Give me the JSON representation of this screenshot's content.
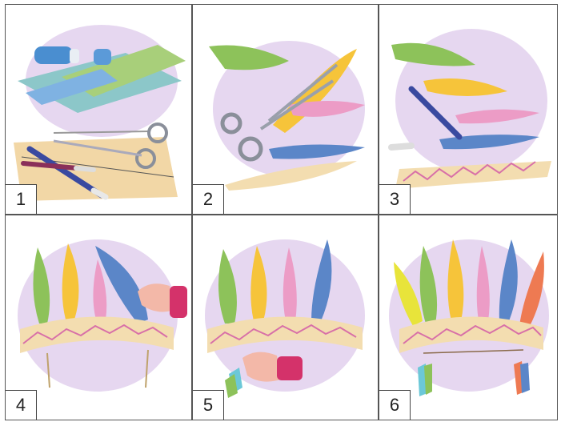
{
  "steps": [
    {
      "number": "1"
    },
    {
      "number": "2"
    },
    {
      "number": "3"
    },
    {
      "number": "4"
    },
    {
      "number": "5"
    },
    {
      "number": "6"
    }
  ],
  "colors": {
    "feather_green": "#8dc25a",
    "feather_yellow": "#f6c43a",
    "feather_pink": "#ec9cc6",
    "feather_blue": "#5b86c8",
    "feather_orange": "#ee7a52",
    "feather_lime": "#e8e43a",
    "band": "#f3ddb0",
    "purple_wash": "#c9a9dc"
  }
}
